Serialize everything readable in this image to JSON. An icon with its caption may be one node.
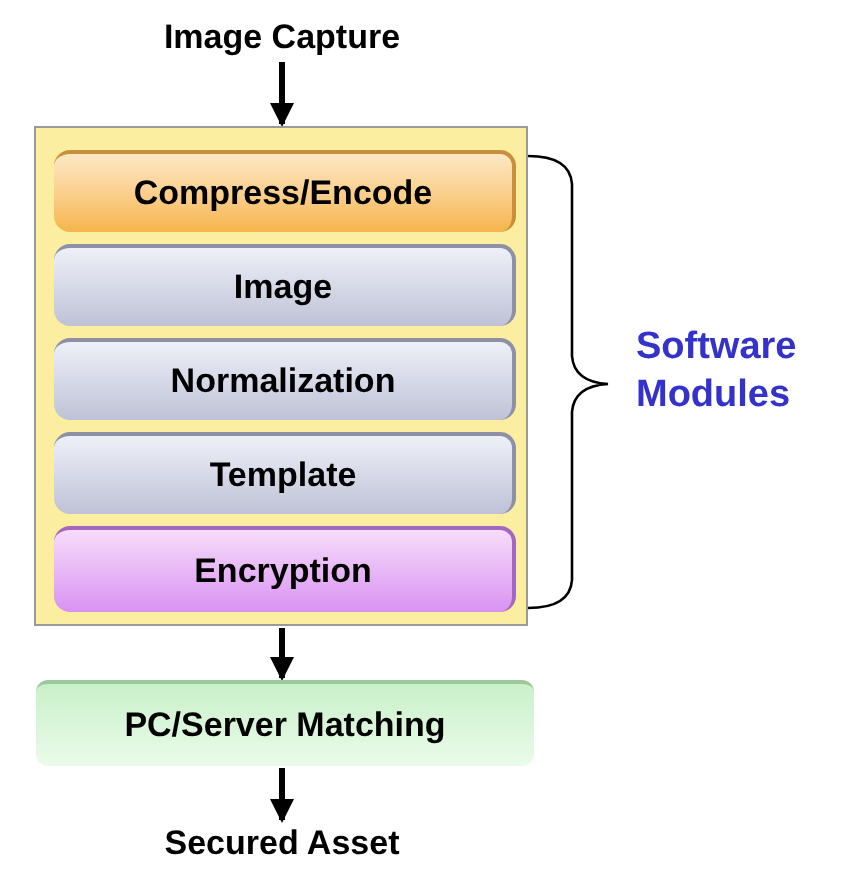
{
  "diagram": {
    "nodes": [
      {
        "text": [
          "Image Capture"
        ]
      },
      {
        "text": [],
        "shape": "box"
      },
      {
        "text": [
          "Compress/Encode"
        ],
        "in": 1
      },
      {
        "text": [
          "Image"
        ],
        "in": 1
      },
      {
        "text": [
          "Normalization"
        ],
        "in": 1
      },
      {
        "text": [
          "Template"
        ],
        "in": 1
      },
      {
        "text": [
          "Encryption"
        ],
        "in": 1
      },
      {
        "text": [
          "PC/Server Matching"
        ]
      },
      {
        "text": [
          "Secured Asset"
        ]
      }
    ],
    "edges": [
      {
        "from": 0,
        "to": 1,
        "arrow": "to"
      },
      {
        "from": 1,
        "to": 7,
        "arrow": "to"
      },
      {
        "from": 7,
        "to": 8,
        "arrow": "to"
      }
    ],
    "labels": [
      "Software Modules"
    ]
  }
}
